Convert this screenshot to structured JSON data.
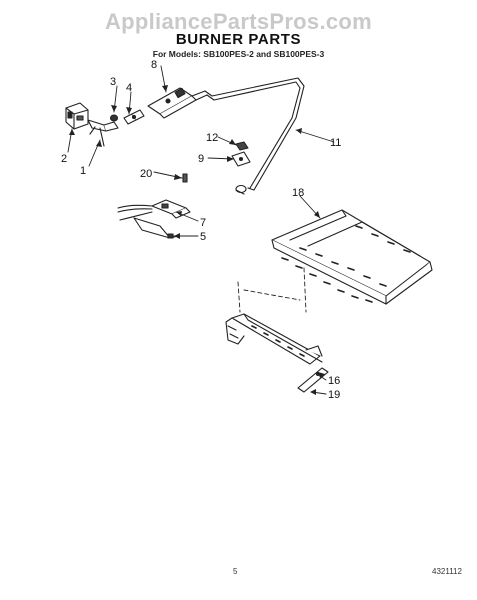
{
  "watermark": "AppliancePartsPros.com",
  "title": "BURNER PARTS",
  "subtitle": "For Models: SB100PES-2 and SB100PES-3",
  "callouts": {
    "c1": "1",
    "c2": "2",
    "c3": "3",
    "c4": "4",
    "c5": "5",
    "c7": "7",
    "c8": "8",
    "c9": "9",
    "c11": "11",
    "c12": "12",
    "c16": "16",
    "c18": "18",
    "c19": "19",
    "c20": "20"
  },
  "footer": {
    "page_number": "5",
    "doc_number": "4321112"
  }
}
